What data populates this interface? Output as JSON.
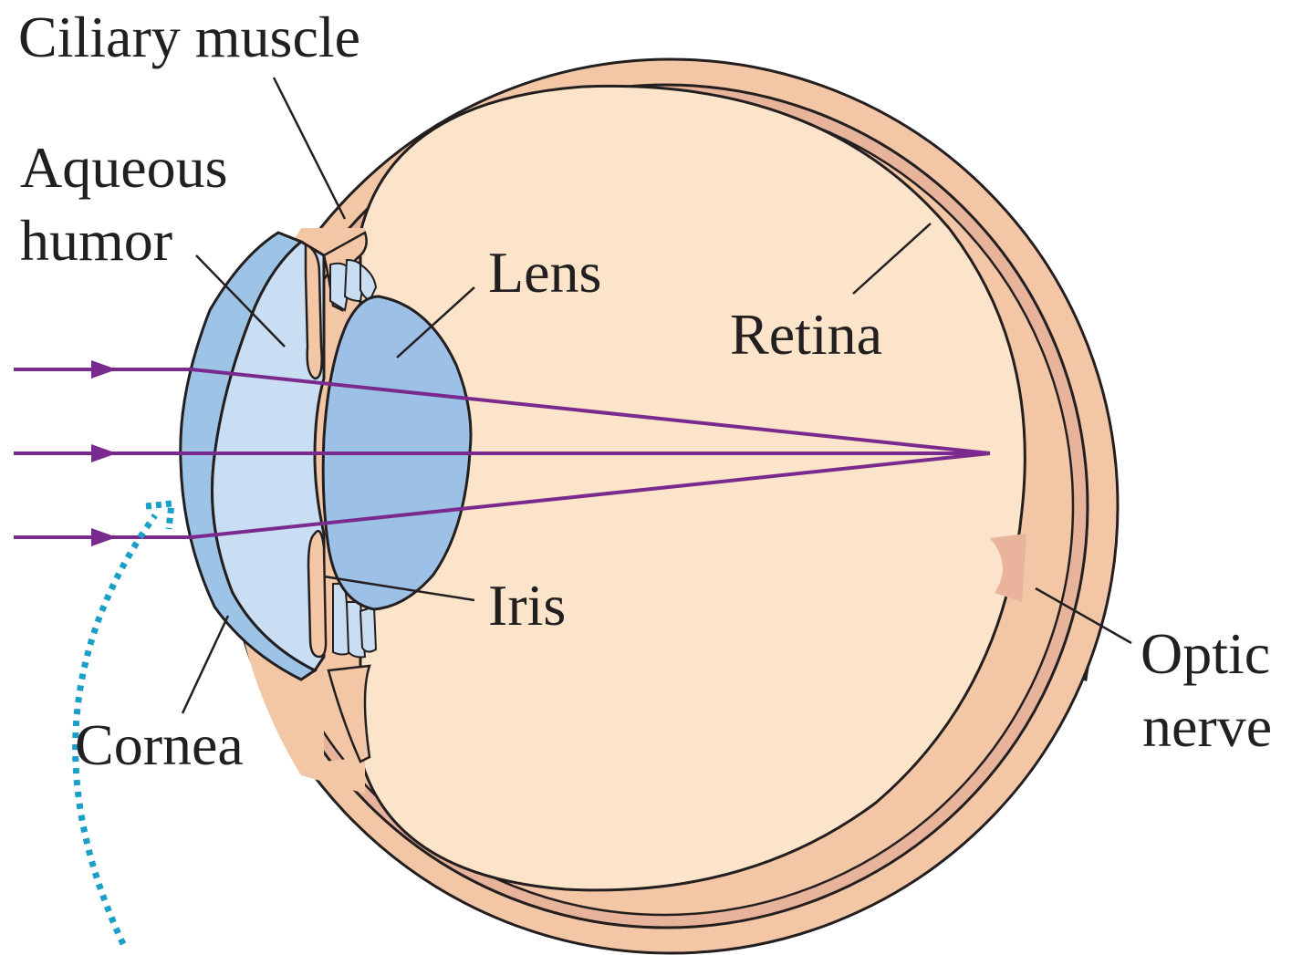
{
  "labels": {
    "ciliary_muscle": "Ciliary muscle",
    "aqueous_line1": "Aqueous",
    "aqueous_line2": "humor",
    "lens": "Lens",
    "retina": "Retina",
    "iris": "Iris",
    "cornea": "Cornea",
    "optic_line1": "Optic",
    "optic_line2": "nerve"
  },
  "colors": {
    "tissue": "#f3c7a5",
    "interior": "#fbe4c9",
    "retina_band": "#e7b39a",
    "optic_nerve": "#e9b39c",
    "cornea": "#9dc3e6",
    "aqueous": "#c9def3",
    "lens": "#9dc0e6",
    "light_ray": "#7a2a8e",
    "dotted_arrow": "#1aa0c8",
    "outline": "#231f20"
  }
}
